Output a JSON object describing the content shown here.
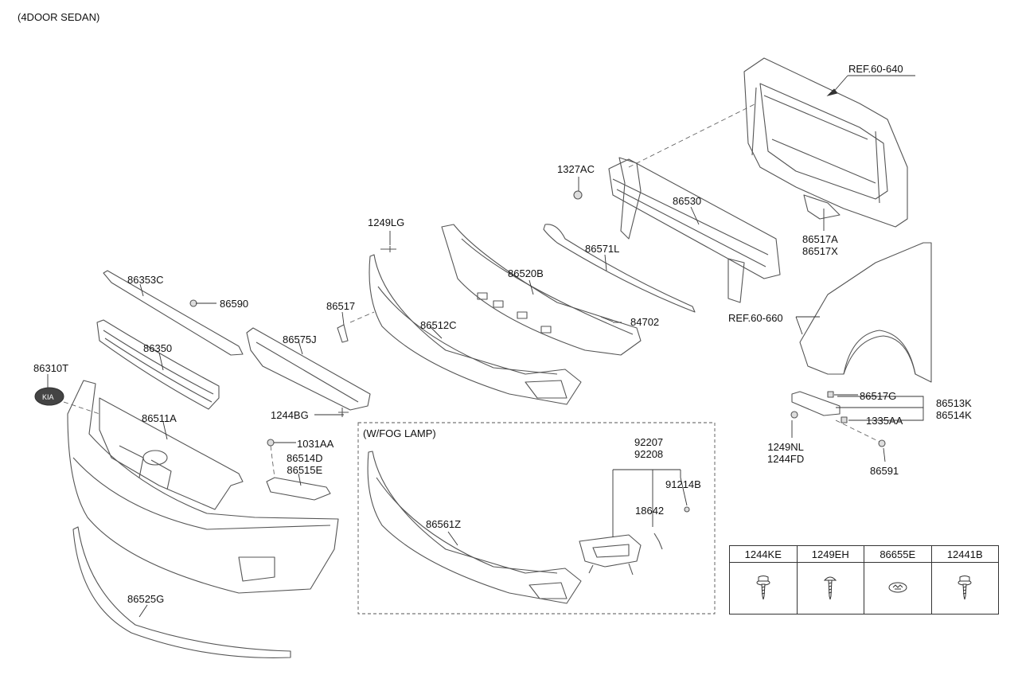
{
  "title": "(4DOOR SEDAN)",
  "fog_box_title": "(W/FOG LAMP)",
  "labels": {
    "ref_60_640": "REF.60-640",
    "ref_60_660": "REF.60-660",
    "p1327AC": "1327AC",
    "p86530": "86530",
    "p86517A": "86517A",
    "p86517X": "86517X",
    "p1249LG": "1249LG",
    "p86571L": "86571L",
    "p86520B": "86520B",
    "p84702": "84702",
    "p86353C": "86353C",
    "p86590": "86590",
    "p86517": "86517",
    "p86512C": "86512C",
    "p86575J": "86575J",
    "p86350": "86350",
    "p86310T": "86310T",
    "p86511A": "86511A",
    "p1244BG": "1244BG",
    "p1031AA": "1031AA",
    "p86514D": "86514D",
    "p86515E": "86515E",
    "p86525G": "86525G",
    "p92207": "92207",
    "p92208": "92208",
    "p91214B": "91214B",
    "p18642": "18642",
    "p86561Z": "86561Z",
    "p86517G": "86517G",
    "p86513K": "86513K",
    "p86514K": "86514K",
    "p1335AA": "1335AA",
    "p1249NL": "1249NL",
    "p1244FD": "1244FD",
    "p86591": "86591"
  },
  "hardware_table": {
    "headers": [
      "1244KE",
      "1249EH",
      "86655E",
      "12441B"
    ],
    "icons": [
      "screw-washer-icon",
      "screw-icon",
      "clip-nut-icon",
      "screw-washer-icon"
    ]
  },
  "colors": {
    "line": "#333333",
    "stroke": "#555555"
  }
}
